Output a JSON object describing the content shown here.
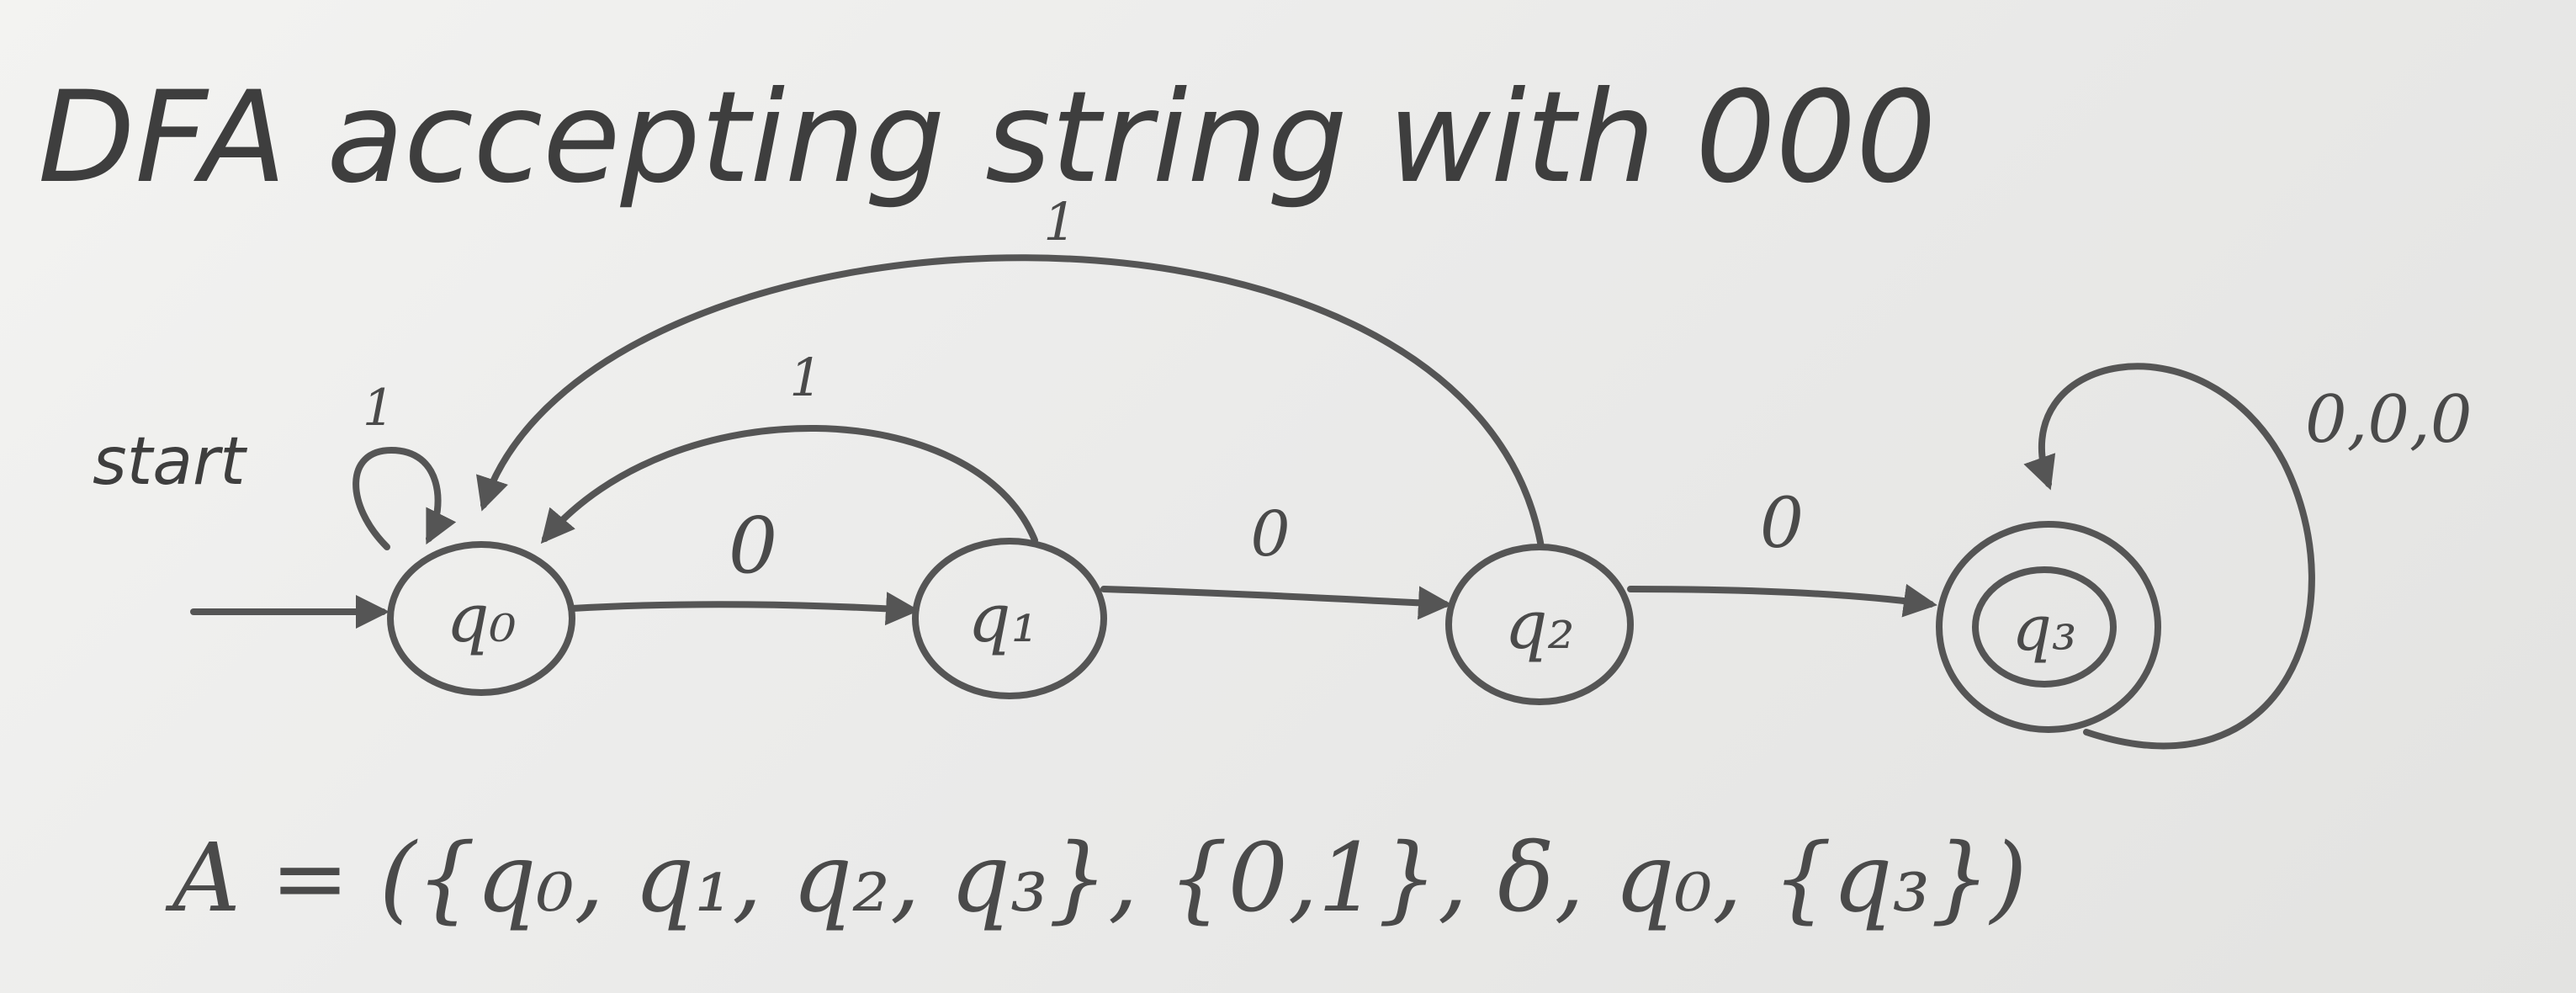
{
  "title": "DFA accepting string with 000",
  "start_label": "start",
  "ink_color": "#555555",
  "states": [
    {
      "id": "q0",
      "label": "q₀",
      "accepting": false,
      "start": true
    },
    {
      "id": "q1",
      "label": "q₁",
      "accepting": false,
      "start": false
    },
    {
      "id": "q2",
      "label": "q₂",
      "accepting": false,
      "start": false
    },
    {
      "id": "q3",
      "label": "q₃",
      "accepting": true,
      "start": false
    }
  ],
  "transitions": [
    {
      "from": "q0",
      "to": "q0",
      "label": "1"
    },
    {
      "from": "q0",
      "to": "q1",
      "label": "0"
    },
    {
      "from": "q1",
      "to": "q2",
      "label": "0"
    },
    {
      "from": "q2",
      "to": "q3",
      "label": "0"
    },
    {
      "from": "q1",
      "to": "q0",
      "label": "1"
    },
    {
      "from": "q2",
      "to": "q0",
      "label": "1"
    },
    {
      "from": "q3",
      "to": "q3",
      "label": "0,0,0"
    }
  ],
  "definition": "A = ({q₀, q₁, q₂, q₃}, {0,1}, δ, q₀, {q₃})"
}
